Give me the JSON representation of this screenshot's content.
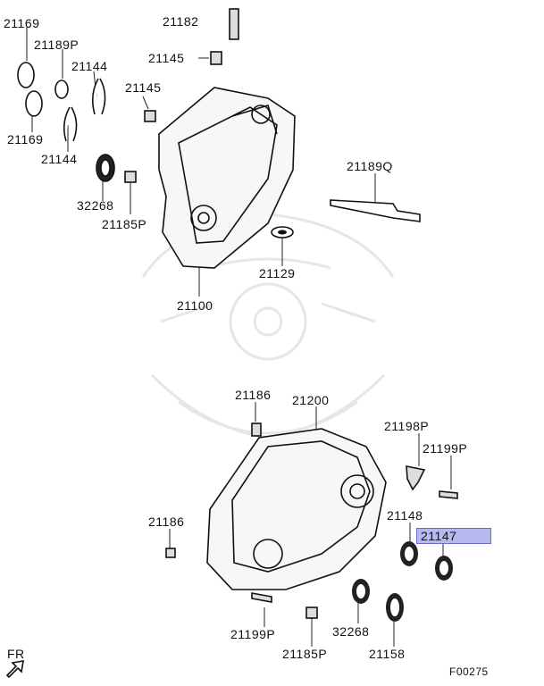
{
  "callouts": {
    "p21169_top": "21169",
    "p21189p": "21189P",
    "p21182": "21182",
    "p21145_top": "21145",
    "p21144_right": "21144",
    "p21145_mid": "21145",
    "p21169_bottom": "21169",
    "p21144_bottom": "21144",
    "p32268_top": "32268",
    "p21185p_top": "21185P",
    "p21189q": "21189Q",
    "p21129": "21129",
    "p21100": "21100",
    "p21186_top": "21186",
    "p21200": "21200",
    "p21198p": "21198P",
    "p21199p_right": "21199P",
    "p21186_left": "21186",
    "p21148": "21148",
    "p21147": "21147",
    "p21199p_bottom": "21199P",
    "p32268_bottom": "32268",
    "p21185p_bottom": "21185P",
    "p21158": "21158"
  },
  "fr_label": "FR",
  "figure_code": "F00275",
  "highlight_color": "#b6b8ee"
}
